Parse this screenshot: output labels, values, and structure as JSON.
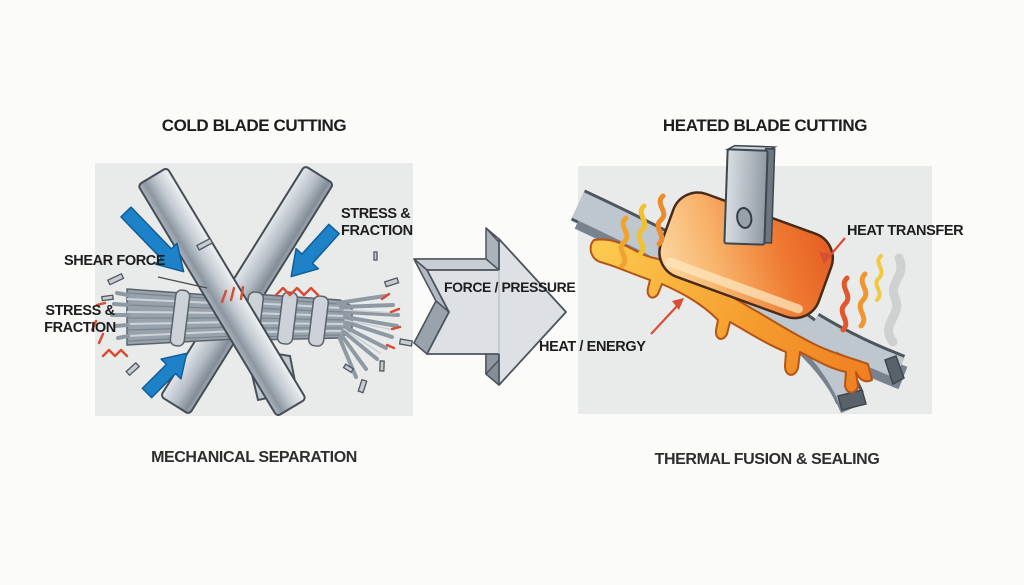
{
  "colors": {
    "background": "#fbfbfa",
    "panel_gray": "#e9eaea",
    "arrow_blue": "#1e82c8",
    "hot_orange": "#e8632a",
    "molten_amber": "#f6a02e",
    "marker_red": "#d94f35",
    "steel_gray": "#aab3bb",
    "text": "#1d1d1d"
  },
  "left_section": {
    "title": "COLD BLADE CUTTING",
    "caption": "MECHANICAL SEPARATION",
    "labels": {
      "shear_force": "SHEAR FORCE",
      "stress_fraction_upper": "STRESS & FRACTION",
      "stress_fraction_lower": "STRESS & FRACTION"
    }
  },
  "transition": {
    "force_pressure": "FORCE / PRESSURE"
  },
  "right_section": {
    "title": "HEATED BLADE CUTTING",
    "caption": "THERMAL FUSION & SEALING",
    "labels": {
      "heat_transfer": "HEAT TRANSFER",
      "heat_energy": "HEAT / ENERGY"
    }
  }
}
